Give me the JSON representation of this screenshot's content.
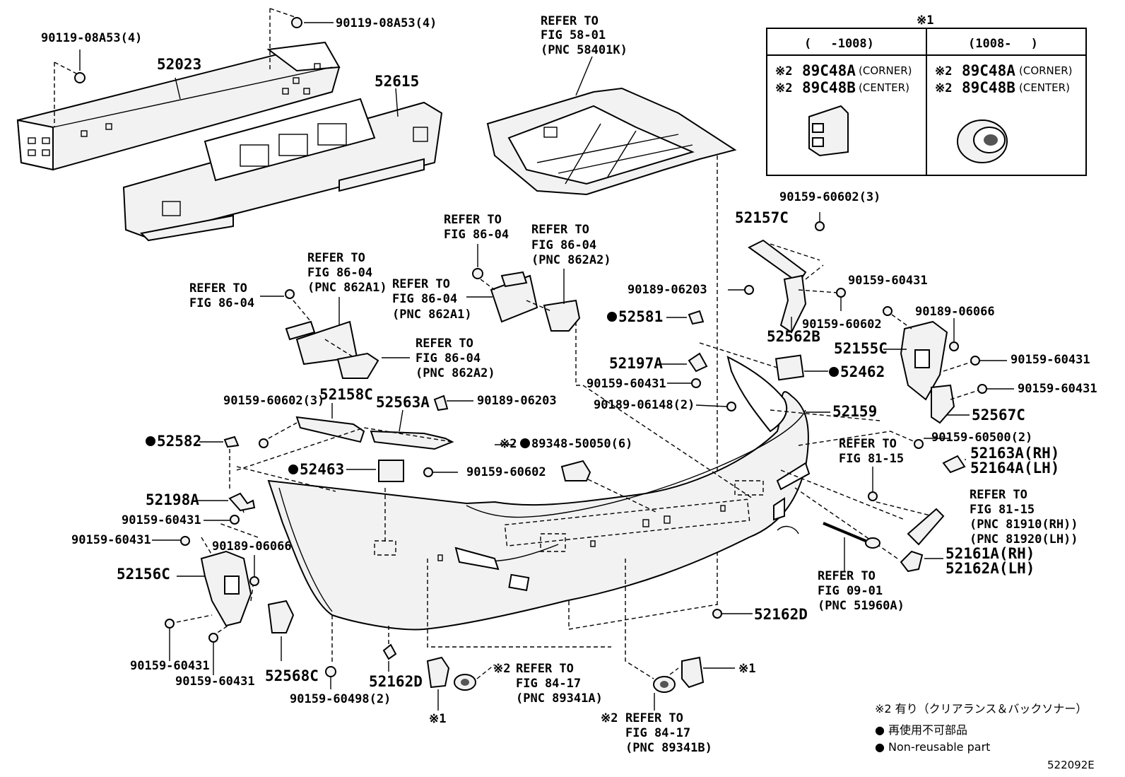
{
  "labels": {
    "p_90119_top": "90119-08A53(4)",
    "p_90119_left": "90119-08A53(4)",
    "p_52023": "52023",
    "p_52615": "52615",
    "ref_58": [
      "REFER TO",
      "FIG 58-01",
      "(PNC 58401K)"
    ],
    "ref_86_a": [
      "REFER TO",
      "FIG 86-04"
    ],
    "ref_86_b": [
      "REFER TO",
      "FIG 86-04",
      "(PNC 862A2)"
    ],
    "ref_86_c": [
      "REFER TO",
      "FIG 86-04",
      "(PNC 862A1)"
    ],
    "ref_86_d": [
      "REFER TO",
      "FIG 86-04"
    ],
    "ref_86_e": [
      "REFER TO",
      "FIG 86-04",
      "(PNC 862A1)"
    ],
    "ref_86_f": [
      "REFER TO",
      "FIG 86-04",
      "(PNC 862A2)"
    ],
    "p_52157C": "52157C",
    "p_90159_60602_3a": "90159-60602(3)",
    "p_90189_06203a": "90189-06203",
    "p_90159_60431a": "90159-60431",
    "p_90159_60602a": "90159-60602",
    "p_52562B": "52562B",
    "p_90189_06066a": "90189-06066",
    "p_52155C": "52155C",
    "p_90159_60431b": "90159-60431",
    "p_90159_60431c": "90159-60431",
    "p_52567C": "52567C",
    "p_52581": "52581",
    "p_52197A": "52197A",
    "p_90159_60431d": "90159-60431",
    "p_90189_06148": "90189-06148(2)",
    "p_52462": "52462",
    "p_52159": "52159",
    "p_90159_60602_3b": "90159-60602(3)",
    "p_52158C": "52158C",
    "p_52563A": "52563A",
    "p_90189_06203b": "90189-06203",
    "p_52582": "52582",
    "p_89348": "89348-50050(6)",
    "p_90159_60500": "90159-60500(2)",
    "p_52163A": "52163A(RH)",
    "p_52164A": "52164A(LH)",
    "ref_81_a": [
      "REFER TO",
      "FIG 81-15"
    ],
    "ref_81_b": [
      "REFER TO",
      "FIG 81-15",
      "(PNC 81910(RH))",
      "(PNC 81920(LH))"
    ],
    "p_52463": "52463",
    "p_90159_60602b": "90159-60602",
    "p_52198A": "52198A",
    "p_90159_60431e": "90159-60431",
    "p_90159_60431f": "90159-60431",
    "p_90189_06066b": "90189-06066",
    "p_52156C": "52156C",
    "p_52161A": "52161A(RH)",
    "p_52162A": "52162A(LH)",
    "ref_09": [
      "REFER TO",
      "FIG 09-01",
      "(PNC 51960A)"
    ],
    "p_52162D_r": "52162D",
    "p_90159_60431g": "90159-60431",
    "p_90159_60431h": "90159-60431",
    "p_52568C": "52568C",
    "p_90159_60498": "90159-60498(2)",
    "p_52162D_l": "52162D",
    "ref_84_a": [
      "REFER TO",
      "FIG 84-17",
      "(PNC 89341A)"
    ],
    "ref_84_b": [
      "REFER TO",
      "FIG 84-17",
      "(PNC 89341B)"
    ],
    "mark_1": "※1",
    "mark_2": "※2"
  },
  "table": {
    "title": "※1",
    "col1_header": "(　 -1008)",
    "col2_header": "(1008-　 )",
    "rows": [
      {
        "mark": "※2",
        "code": "89C48A",
        "note": "(CORNER)"
      },
      {
        "mark": "※2",
        "code": "89C48B",
        "note": "(CENTER)"
      }
    ]
  },
  "legend": {
    "line1": "※2 有り（クリアランス＆バックソナー）",
    "line2": "● 再使用不可部品",
    "line3": "● Non-reusable part"
  },
  "figure_code": "522092E"
}
